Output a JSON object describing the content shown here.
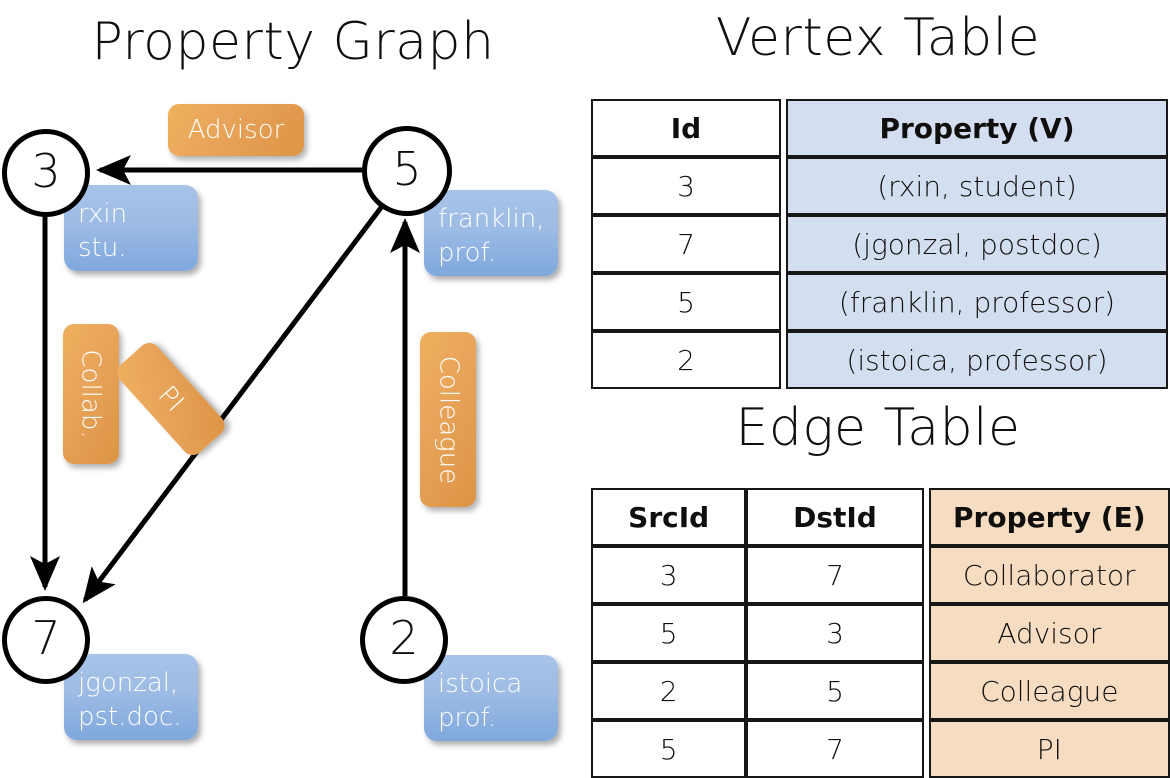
{
  "titles": {
    "property_graph": "Property Graph",
    "vertex_table": "Vertex Table",
    "edge_table": "Edge Table"
  },
  "graph": {
    "nodes": [
      {
        "id": "3",
        "property_label": "rxin\nstu.",
        "prop_line1": "rxin",
        "prop_line2": "stu."
      },
      {
        "id": "5",
        "property_label": "franklin,\nprof.",
        "prop_line1": "franklin,",
        "prop_line2": "prof."
      },
      {
        "id": "7",
        "property_label": "jgonzal,\npst.doc.",
        "prop_line1": "jgonzal,",
        "prop_line2": "pst.doc."
      },
      {
        "id": "2",
        "property_label": "istoica\nprof.",
        "prop_line1": "istoica",
        "prop_line2": "prof."
      }
    ],
    "edge_labels": [
      {
        "name": "advisor-label",
        "text": "Advisor"
      },
      {
        "name": "collab-label",
        "text": "Collab."
      },
      {
        "name": "pi-label",
        "text": "PI"
      },
      {
        "name": "colleague-label",
        "text": "Colleague"
      }
    ],
    "edges": [
      {
        "from": "5",
        "to": "3",
        "label": "Advisor"
      },
      {
        "from": "3",
        "to": "7",
        "label": "Collab."
      },
      {
        "from": "5",
        "to": "7",
        "label": "PI"
      },
      {
        "from": "2",
        "to": "5",
        "label": "Colleague"
      }
    ]
  },
  "vertex_table": {
    "headers": [
      "Id",
      "Property (V)"
    ],
    "rows": [
      {
        "id": "3",
        "property": "(rxin, student)"
      },
      {
        "id": "7",
        "property": "(jgonzal, postdoc)"
      },
      {
        "id": "5",
        "property": "(franklin, professor)"
      },
      {
        "id": "2",
        "property": "(istoica, professor)"
      }
    ]
  },
  "edge_table": {
    "headers": [
      "SrcId",
      "DstId",
      "Property (E)"
    ],
    "rows": [
      {
        "src": "3",
        "dst": "7",
        "property": "Collaborator"
      },
      {
        "src": "5",
        "dst": "3",
        "property": "Advisor"
      },
      {
        "src": "2",
        "dst": "5",
        "property": "Colleague"
      },
      {
        "src": "5",
        "dst": "7",
        "property": "PI"
      }
    ]
  },
  "colors": {
    "vertex_header_fill": "#d3dff1",
    "edge_header_fill": "#f6ddc2",
    "node_property_box": "#9dbbe4",
    "edge_label_box": "#e8a45a",
    "stroke": "#000000",
    "text": "#100f0d",
    "background": "#ffffff"
  }
}
